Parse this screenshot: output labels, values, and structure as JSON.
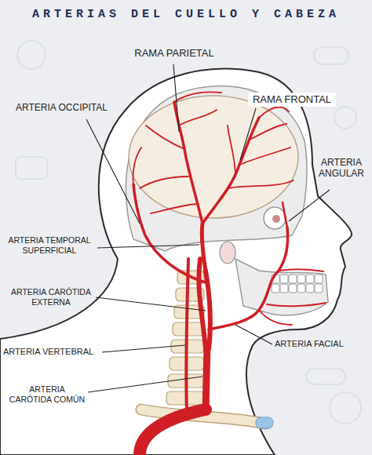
{
  "diagram": {
    "title": "ARTERIAS DEL CUELLO Y CABEZA",
    "labels": [
      "RAMA PARIETAL",
      "RAMA FRONTAL",
      "ARTERIA OCCIPITAL",
      "ARTERIA ANGULAR",
      "ARTERIA TEMPORAL SUPERFICIAL",
      "ARTERIA CARÓTIDA EXTERNA",
      "ARTERIA FACIAL",
      "ARTERIA VERTEBRAL",
      "ARTERIA CARÓTIDA COMÚN"
    ]
  }
}
